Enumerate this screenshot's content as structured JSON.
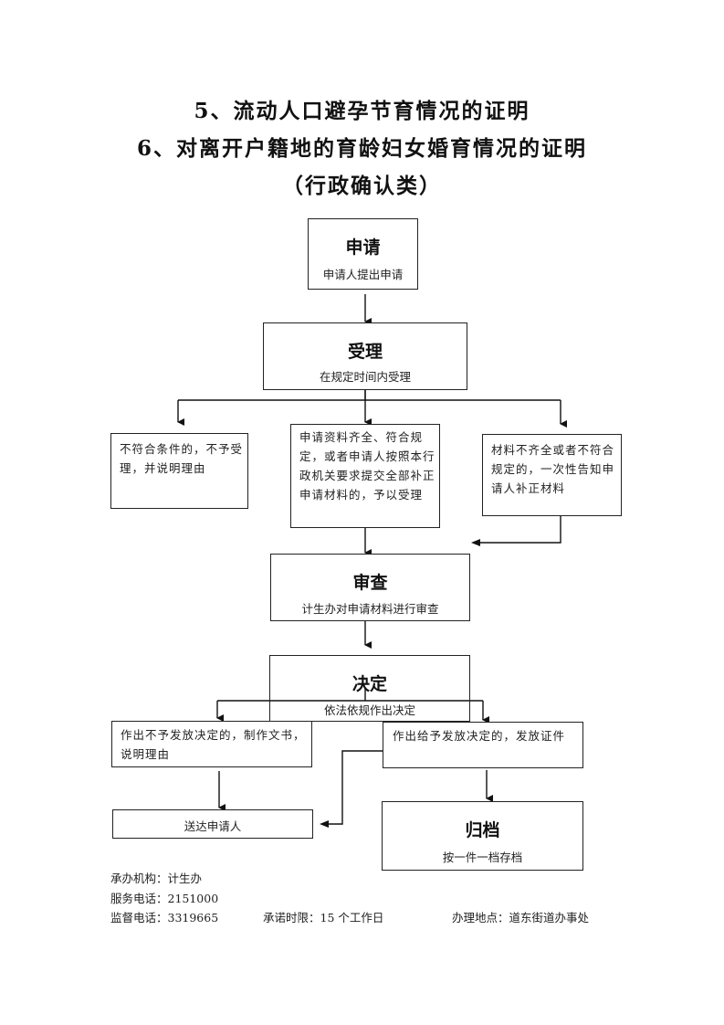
{
  "titles": {
    "line1": "5、流动人口避孕节育情况的证明",
    "line2": "6、对离开户籍地的育龄妇女婚育情况的证明",
    "line3": "（行政确认类）"
  },
  "flow": {
    "apply": {
      "title": "申请",
      "sub": "申请人提出申请"
    },
    "accept": {
      "title": "受理",
      "sub": "在规定时间内受理"
    },
    "reject": {
      "text": "不符合条件的，不予受理，并说明理由"
    },
    "accepted": {
      "text": "申请资料齐全、符合规定，或者申请人按照本行政机关要求提交全部补正申请材料的，予以受理"
    },
    "incomplete": {
      "text": "材料不齐全或者不符合规定的，一次性告知申请人补正材料"
    },
    "review": {
      "title": "审查",
      "sub": "计生办对申请材料进行审查"
    },
    "decide": {
      "title": "决定",
      "sub": "依法依规作出决定"
    },
    "deny": {
      "text": "作出不予发放决定的，制作文书，说明理由"
    },
    "grant": {
      "text": "作出给予发放决定的，发放证件"
    },
    "deliver": {
      "text": "送达申请人"
    },
    "archive": {
      "title": "归档",
      "sub": "按一件一档存档"
    }
  },
  "footer": {
    "agency": "承办机构：计生办",
    "service_phone": "服务电话：2151000",
    "supervise_phone": "监督电话：3319665",
    "time_limit": "承诺时限：15 个工作日",
    "location": "办理地点：道东街道办事处"
  }
}
